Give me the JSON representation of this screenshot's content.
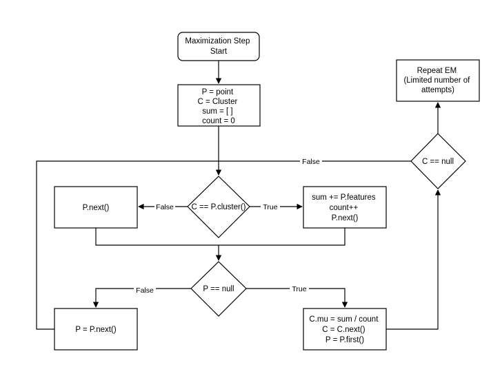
{
  "nodes": {
    "start": [
      "Maximization Step",
      "Start"
    ],
    "init": [
      "P = point",
      "C = Cluster",
      "sum = [ ]",
      "count = 0"
    ],
    "repeat": [
      "Repeat EM",
      "(Limited number of",
      "attempts)"
    ],
    "c_null": [
      "C == null"
    ],
    "cluster_check": [
      "C == P.cluster()"
    ],
    "p_next_left": [
      "P.next()"
    ],
    "accumulate": [
      "sum += P.features",
      "count++",
      "P.next()"
    ],
    "p_null": [
      "P == null"
    ],
    "p_next_bottom": [
      "P = P.next()"
    ],
    "update": [
      "C.mu = sum / count",
      "C = C.next()",
      "P = P.first()"
    ]
  },
  "edge_labels": {
    "c_null_false": "False",
    "cluster_false": "False",
    "cluster_true": "True",
    "p_null_false": "False",
    "p_null_true": "True"
  },
  "colors": {
    "stroke": "#000000",
    "fill": "#ffffff",
    "text": "#000000"
  }
}
